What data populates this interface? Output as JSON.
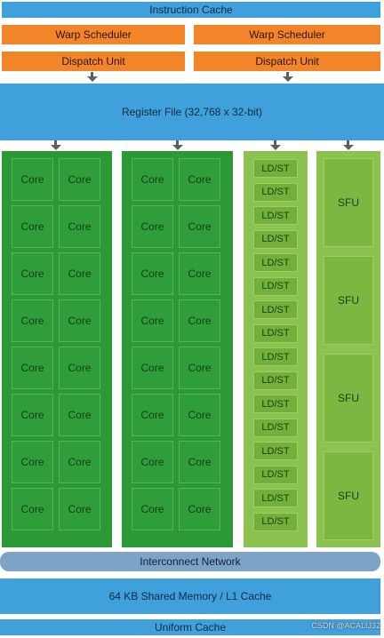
{
  "instruction_cache": "Instruction Cache",
  "warp_schedulers": [
    "Warp Scheduler",
    "Warp Scheduler"
  ],
  "dispatch_units": [
    "Dispatch Unit",
    "Dispatch Unit"
  ],
  "register_file": "Register File (32,768 x 32-bit)",
  "core_label": "Core",
  "core_groups": 2,
  "cores_per_group": 16,
  "ldst_label": "LD/ST",
  "ldst_count": 16,
  "sfu_label": "SFU",
  "sfu_count": 4,
  "interconnect": "Interconnect Network",
  "shared_memory": "64 KB Shared Memory / L1 Cache",
  "uniform_cache": "Uniform Cache",
  "watermark": "CSDN @ACALIJ32"
}
